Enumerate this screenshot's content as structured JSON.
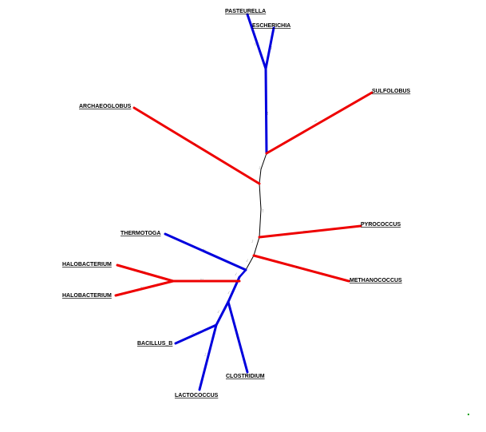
{
  "colors": {
    "archaea": "#ee0000",
    "bacteria": "#0000dd",
    "internal": "#000000"
  },
  "taxa": [
    {
      "id": "pasteurella",
      "label": "PASTEURELLA"
    },
    {
      "id": "escherichia",
      "label": "ESCHERICHIA"
    },
    {
      "id": "sulfolobus",
      "label": "SULFOLOBUS"
    },
    {
      "id": "archaeoglobus",
      "label": "ARCHAEOGLOBUS"
    },
    {
      "id": "thermotoga",
      "label": "THERMOTOGA"
    },
    {
      "id": "pyrococcus",
      "label": "PYROCOCCUS"
    },
    {
      "id": "halobacterium1",
      "label": "HALOBACTERIUM"
    },
    {
      "id": "methanococcus",
      "label": "METHANOCOCCUS"
    },
    {
      "id": "halobacterium2",
      "label": "HALOBACTERIUM"
    },
    {
      "id": "bacillus",
      "label": "BACILLUS_B"
    },
    {
      "id": "clostridium",
      "label": "CLOSTRIDIUM"
    },
    {
      "id": "lactococcus",
      "label": "LACTOCOCCUS"
    }
  ]
}
